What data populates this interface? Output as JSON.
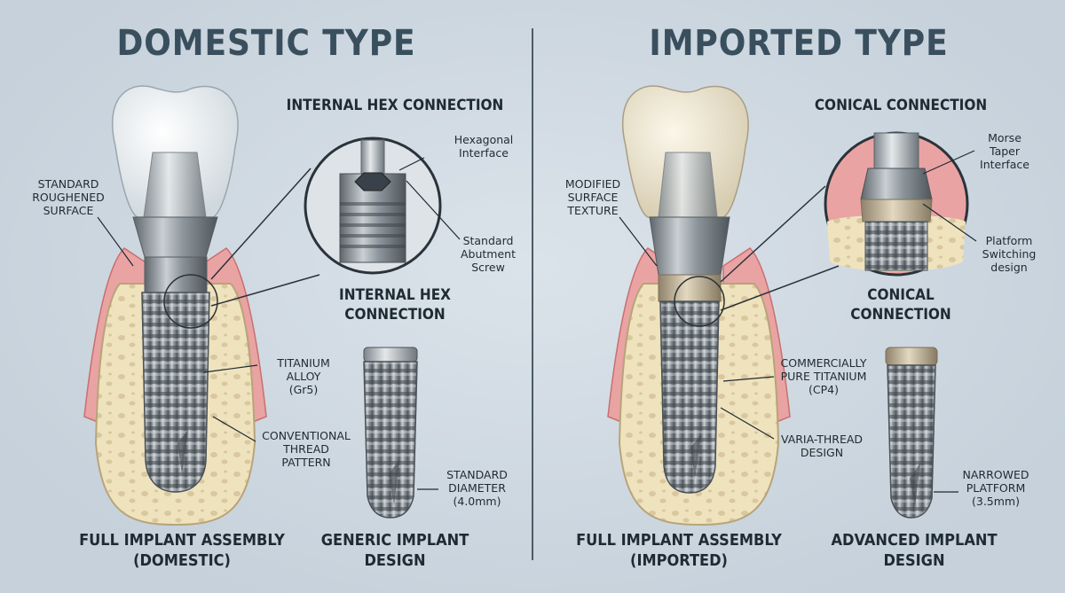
{
  "left": {
    "title": "DOMESTIC TYPE",
    "detail_heading_top": "INTERNAL HEX CONNECTION",
    "detail_heading_bottom": "INTERNAL HEX\nCONNECTION",
    "callouts": {
      "surface": "STANDARD\nROUGHENED\nSURFACE",
      "interface": "Hexagonal\nInterface",
      "screw": "Standard\nAbutment\nScrew",
      "material": "TITANIUM\nALLOY\n(Gr5)",
      "thread": "CONVENTIONAL\nTHREAD\nPATTERN",
      "diameter": "STANDARD\nDIAMETER\n(4.0mm)"
    },
    "caption_assembly": "FULL IMPLANT ASSEMBLY\n(DOMESTIC)",
    "caption_design": "GENERIC IMPLANT\nDESIGN"
  },
  "right": {
    "title": "IMPORTED TYPE",
    "detail_heading_top": "CONICAL CONNECTION",
    "detail_heading_bottom": "CONICAL\nCONNECTION",
    "callouts": {
      "surface": "MODIFIED\nSURFACE\nTEXTURE",
      "interface": "Morse\nTaper\nInterface",
      "platform_switching": "Platform\nSwitching\ndesign",
      "material": "COMMERCIALLY\nPURE TITANIUM\n(CP4)",
      "thread": "VARIA-THREAD\nDESIGN",
      "platform": "NARROWED\nPLATFORM\n(3.5mm)"
    },
    "caption_assembly": "FULL IMPLANT ASSEMBLY\n(IMPORTED)",
    "caption_design": "ADVANCED IMPLANT\nDESIGN"
  },
  "colors": {
    "background": "#c9d4de",
    "title": "#3a4f5e",
    "gum": "#eaa3a3",
    "bone": "#efe3bd",
    "titanium": "#8e979e",
    "crown_domestic": "#f4f6f7",
    "crown_imported": "#f1ead6",
    "collar_imported": "#c8bba0"
  }
}
